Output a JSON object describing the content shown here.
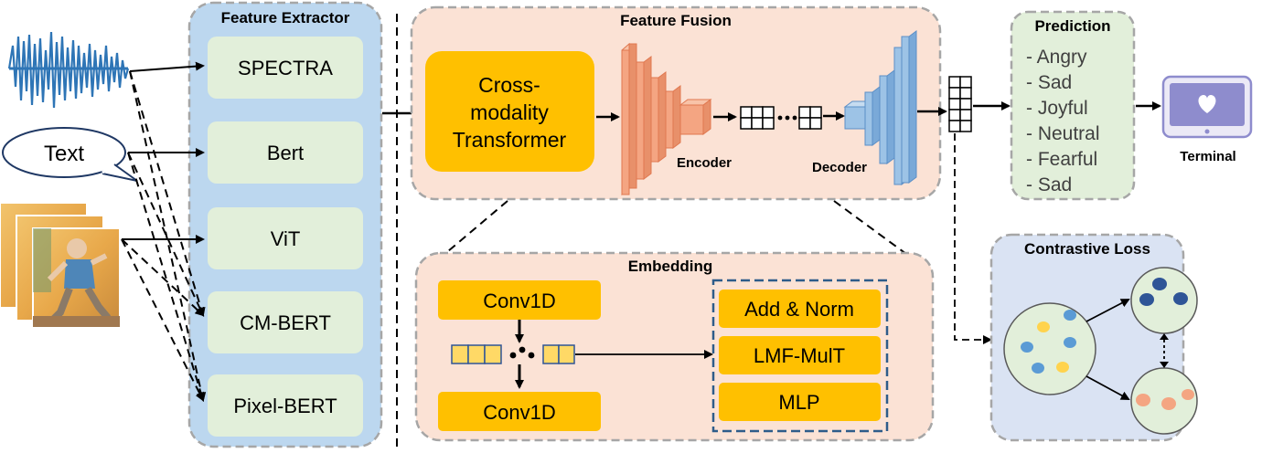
{
  "feature_extractor": {
    "title": "Feature Extractor",
    "items": [
      "SPECTRA",
      "Bert",
      "ViT",
      "CM-BERT",
      "Pixel-BERT"
    ]
  },
  "inputs": {
    "text_bubble": "Text"
  },
  "feature_fusion": {
    "title": "Feature Fusion",
    "transformer_lines": [
      "Cross-",
      "modality",
      "Transformer"
    ],
    "encoder_label": "Encoder",
    "decoder_label": "Decoder"
  },
  "embedding": {
    "title": "Embedding",
    "conv_top": "Conv1D",
    "conv_bottom": "Conv1D",
    "blocks": [
      "Add & Norm",
      "LMF-MulT",
      "MLP"
    ]
  },
  "prediction": {
    "title": "Prediction",
    "items": [
      "- Angry",
      "- Sad",
      "- Joyful",
      "- Neutral",
      "- Fearful",
      "- Sad"
    ]
  },
  "terminal": {
    "label": "Terminal"
  },
  "contrastive": {
    "title": "Contrastive Loss"
  },
  "colors": {
    "extractor_bg": "#bcd7ef",
    "item_green": "#e2efda",
    "fusion_bg": "#fbe2d5",
    "orange": "#ffc000",
    "encoder": "#f4a582",
    "decoder": "#9dc3e6",
    "prediction_bg": "#e2efda",
    "contrastive_bg": "#dae3f3",
    "terminal": "#8e8ccd",
    "dot_yellow": "#ffd34d",
    "dot_blue": "#5b9bd5",
    "dot_navy": "#2f5597",
    "dot_salmon": "#f4a582"
  }
}
